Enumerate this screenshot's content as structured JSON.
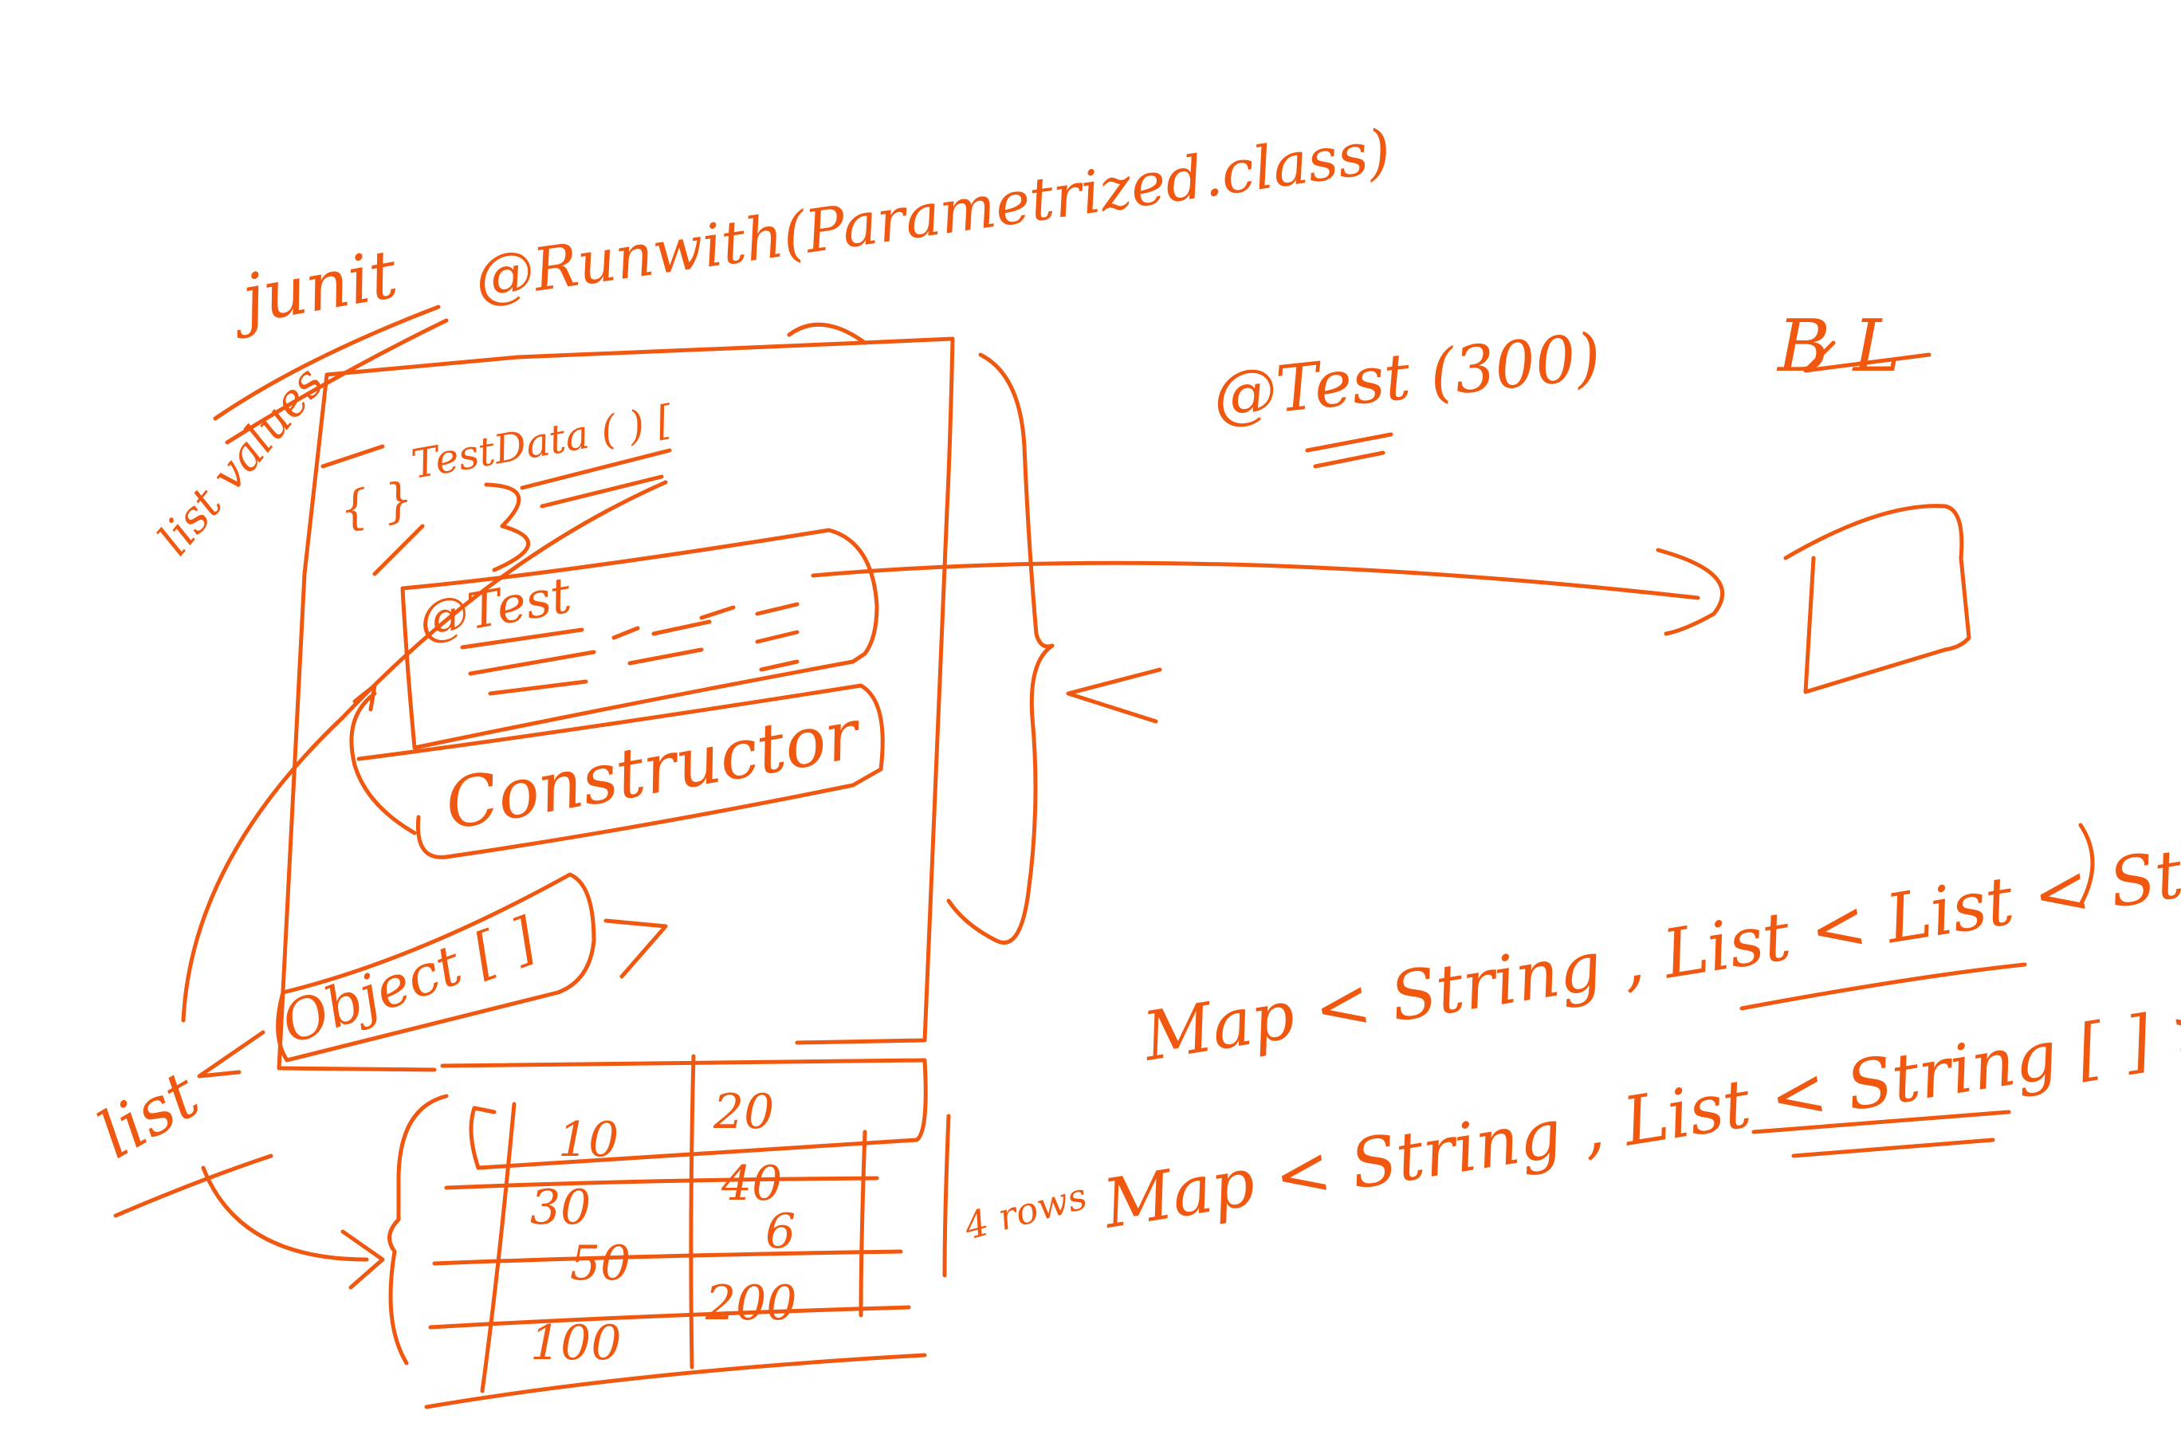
{
  "canvas": {
    "background": "#ffffff",
    "ink_color": "#f0570f"
  },
  "labels": {
    "junit": "junit",
    "runwith": "@Runwith(Parametrized.class)",
    "list_values": "list values",
    "test_data": "TestData ( ) [",
    "braces": "{ }",
    "test_annotation": "@Test",
    "constructor": "Constructor",
    "object_array": "Object [ ]",
    "list": "list",
    "test_300": "@Test (300)",
    "bl": "B L",
    "rows": "4 rows",
    "map_list": "Map < String , List < List < String >>",
    "map_array": "Map < String , List < String [ ] >>"
  },
  "table": {
    "rows": [
      [
        "10",
        "20"
      ],
      [
        "30",
        "40"
      ],
      [
        "50",
        "6"
      ],
      [
        "100",
        "200"
      ]
    ]
  }
}
